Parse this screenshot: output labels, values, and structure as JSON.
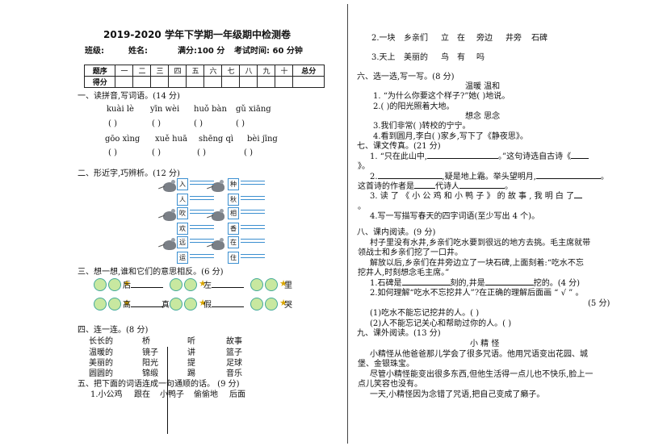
{
  "header": {
    "title": "2019-2020 学年下学期一年级期中检测卷",
    "class_label": "班级:",
    "name_label": "姓名:",
    "full_score": "满分:100 分",
    "exam_time": "考试时间: 60 分钟"
  },
  "score_table": {
    "row1": [
      "题序",
      "一",
      "二",
      "三",
      "四",
      "五",
      "六",
      "七",
      "八",
      "九",
      "十",
      "总分"
    ],
    "row2_label": "得分"
  },
  "left": {
    "q1": {
      "title": "一、读拼音,写词语。(14 分)",
      "pinyin_row1": [
        "kuài lè",
        "yīn wèi",
        "huǒ bàn",
        "gǔ xiāng"
      ],
      "pinyin_row2": [
        "gōo xìng",
        "xuě huā",
        "shēng qì",
        "bèi jīng"
      ],
      "paren": "(        )"
    },
    "q2": {
      "title": "二、形近字,巧辨析。(12 分)",
      "chars_left": [
        "入",
        "人",
        "吹",
        "欢",
        "远",
        "运"
      ],
      "chars_right": [
        "种",
        "秋",
        "相",
        "香",
        "在",
        "住"
      ]
    },
    "q3": {
      "title": "三、想一想,谁和它们的意思相反。(6 分)",
      "row1": [
        "后",
        "左",
        "里"
      ],
      "row2": [
        "高",
        "真",
        "假",
        "哭"
      ]
    },
    "q4": {
      "title": "四、连一连。(8 分)",
      "col1": [
        "长长的",
        "温暖的",
        "美丽的",
        "圆圆的"
      ],
      "col2": [
        "桥",
        "镜子",
        "阳光",
        "锦缎"
      ],
      "col3": [
        "听",
        "讲",
        "提",
        "踢"
      ],
      "col4": [
        "故事",
        "篮子",
        "足球",
        "音乐"
      ]
    },
    "q5": {
      "title": "五、把下面的词语连成一句通顺的话。  (9 分)",
      "item1": [
        "1.小公鸡",
        "跟在",
        "小鸭子",
        "偷偷地",
        "后面"
      ]
    }
  },
  "right": {
    "q5_items": {
      "item2": [
        "2.一块",
        "乡亲们",
        "立",
        "在",
        "旁边",
        "井旁",
        "石碑"
      ],
      "item3": [
        "3.天上",
        "美丽的",
        "鸟",
        "有",
        "吗"
      ]
    },
    "q6": {
      "title": "六、选一选,写一写。(8 分)",
      "choices1": "温暖    温和",
      "s1": "1. “为什么你要这个样子?”她(        )地说。",
      "s2": "2.(        )的阳光照着大地。",
      "choices2": "想念    思念",
      "s3": "3.我们非常(        )转校的宁宁。",
      "s4": "4.看到圆月,李白(        )家乡,写下了《静夜思》。"
    },
    "q7": {
      "title": "七、课文传真。(21 分)",
      "s1a": "1. “只在此山中,",
      "s1b": "。”这句诗选自古诗《",
      "s1c": "》。",
      "s2a": "2.",
      "s2b": ",疑是地上霜。举头望明月,",
      "s2c": "。",
      "s2d": "这首诗的作者是",
      "s2e": "代诗人",
      "s2f": "。",
      "s3a": "3. 读 了 《 小 公 鸡 和 小 鸭 子 》 的 故 事 , 我 明 白 了",
      "s3b": "。",
      "s4": "4.写一写描写春天的四字词语(至少写出 4 个)。"
    },
    "q8": {
      "title": "八、课内阅读。(9 分)",
      "p1": "村子里没有水井,乡亲们吃水要到很远的地方去挑。毛主席就带",
      "p1b": "领战士和乡亲们挖了一口井。",
      "p2": "解放以后,乡亲们在井旁边立了一块石碑,上面刻着:“吃水不忘",
      "p2b": "挖井人,时刻想念毛主席。”",
      "s1a": "1.石碑是",
      "s1b": "刻的,井是",
      "s1c": "挖的。(4 分)",
      "s2": "2.如何理解“吃水不忘挖井人”?在正确的理解后面画 “ √ ” 。",
      "s2score": "(5 分)",
      "opt1": "(1)吃水不能忘记挖井的人。(      )",
      "opt2": "(2)人不能忘记关心和帮助过你的人。(      )"
    },
    "q9": {
      "title": "九、课外阅读。(13 分)",
      "story_title": "小   精   怪",
      "p1": "小精怪从他爸爸那儿学会了很多咒语。他用咒语变出花园、城",
      "p1b": "堡、金银珠宝。",
      "p2": "尽管小精怪能变出很多东西,但他生活得一点儿也不快乐,脸上一",
      "p2b": "点儿笑容也没有。",
      "p3": "一天,小精怪因为念错了咒语,把自己变成了癞子。"
    }
  }
}
